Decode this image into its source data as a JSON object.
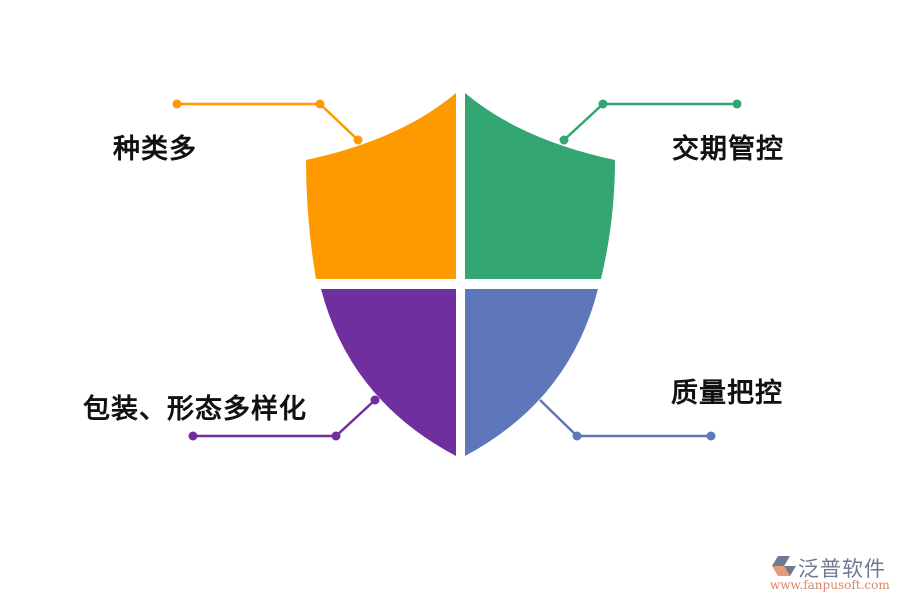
{
  "diagram": {
    "type": "shield-quadrant",
    "quadrants": [
      {
        "position": "top-left",
        "label": "种类多",
        "color": "#FF9900"
      },
      {
        "position": "top-right",
        "label": "交期管控",
        "color": "#33A671"
      },
      {
        "position": "bottom-left",
        "label": "包装、形态多样化",
        "color": "#6F2F9F"
      },
      {
        "position": "bottom-right",
        "label": "质量把控",
        "color": "#5E77BA"
      }
    ]
  },
  "watermark": {
    "name": "泛普软件",
    "url": "www.fanpusoft.com",
    "name_color": "#6d7a90",
    "url_color": "#d9876a"
  }
}
